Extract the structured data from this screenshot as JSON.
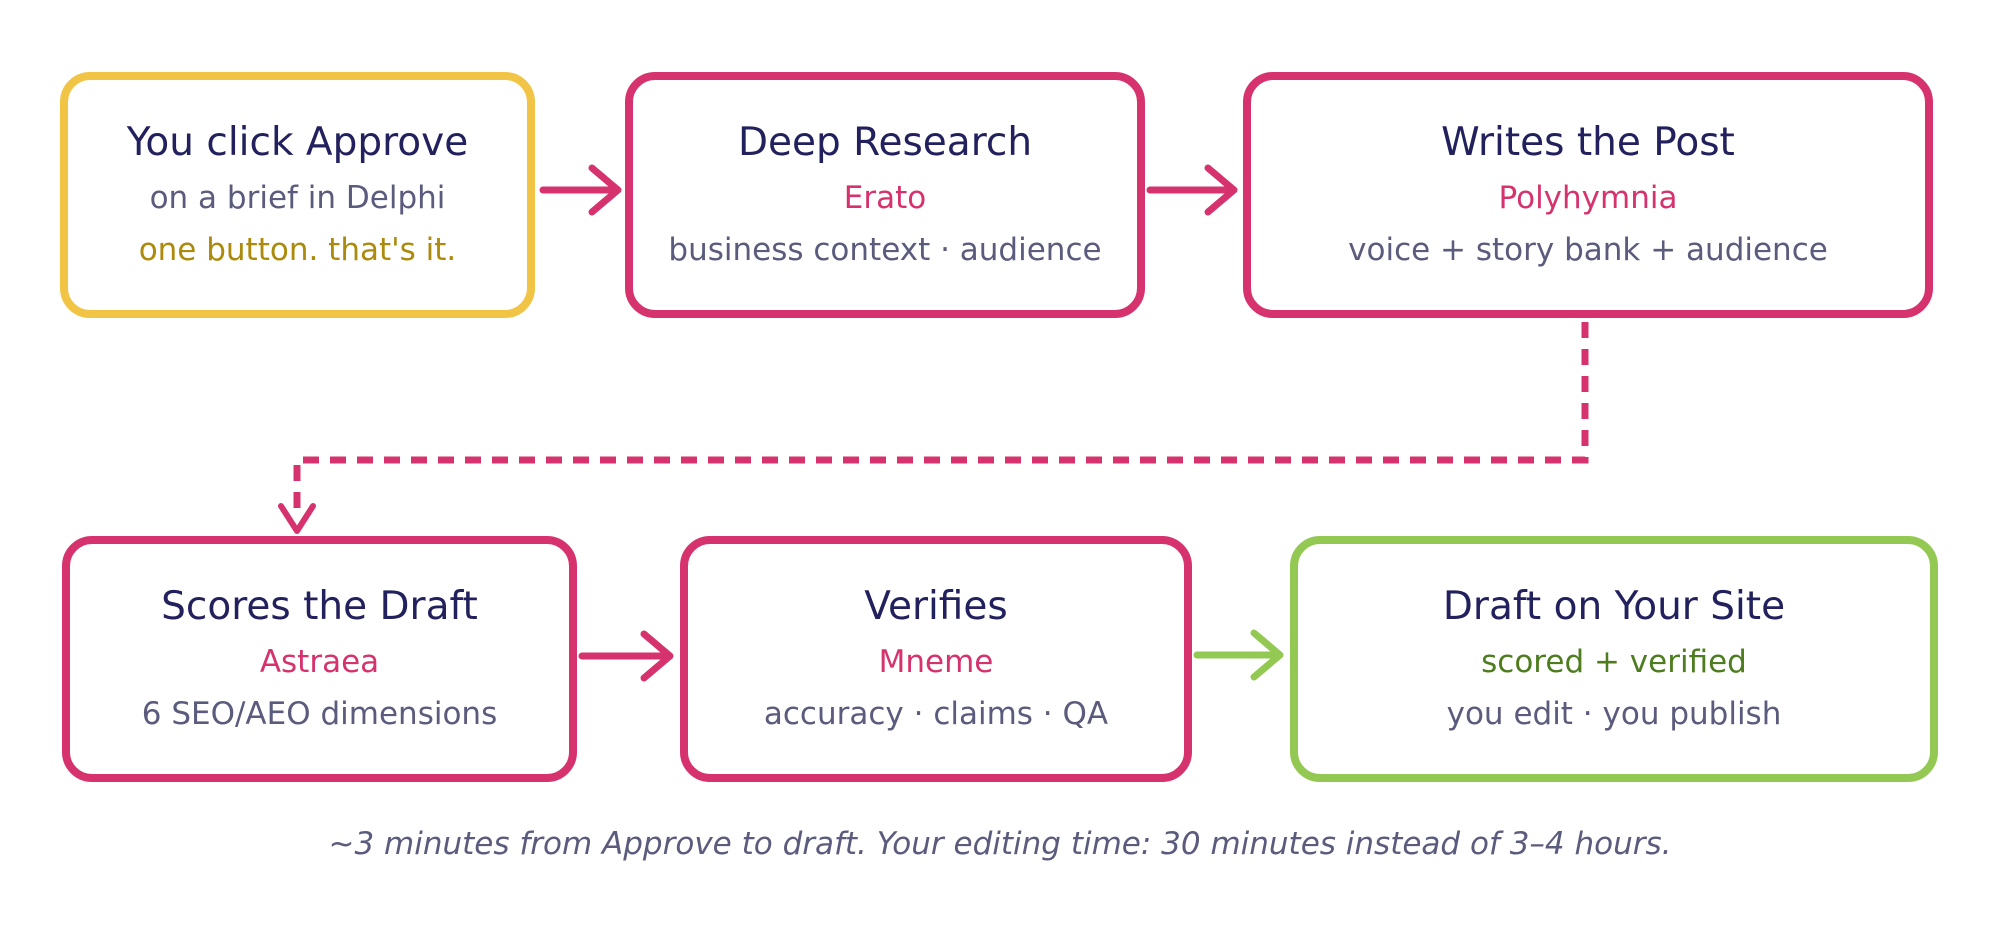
{
  "diagram": {
    "background": "#ffffff",
    "colors": {
      "pink": "#d6336e",
      "yellow": "#f2c445",
      "green": "#93c952",
      "navy": "#22215e",
      "muted": "#5b5b7d",
      "mustard": "#ac8a0c",
      "dark_green": "#4e7d1f"
    },
    "nodes": {
      "approve": {
        "title": "You click Approve",
        "line2": "on a brief in Delphi",
        "line3": "one button. that's it."
      },
      "research": {
        "title": "Deep Research",
        "line2": "Erato",
        "line3": "business context · audience"
      },
      "writes": {
        "title": "Writes the Post",
        "line2": "Polyhymnia",
        "line3": "voice + story bank + audience"
      },
      "scores": {
        "title": "Scores the Draft",
        "line2": "Astraea",
        "line3": "6 SEO/AEO dimensions"
      },
      "verifies": {
        "title": "Verifies",
        "line2": "Mneme",
        "line3": "accuracy · claims · QA"
      },
      "draft": {
        "title": "Draft on Your Site",
        "line2": "scored + verified",
        "line3": "you edit · you publish"
      }
    },
    "caption": "~3 minutes from Approve to draft. Your editing time: 30 minutes instead of 3–4 hours."
  }
}
